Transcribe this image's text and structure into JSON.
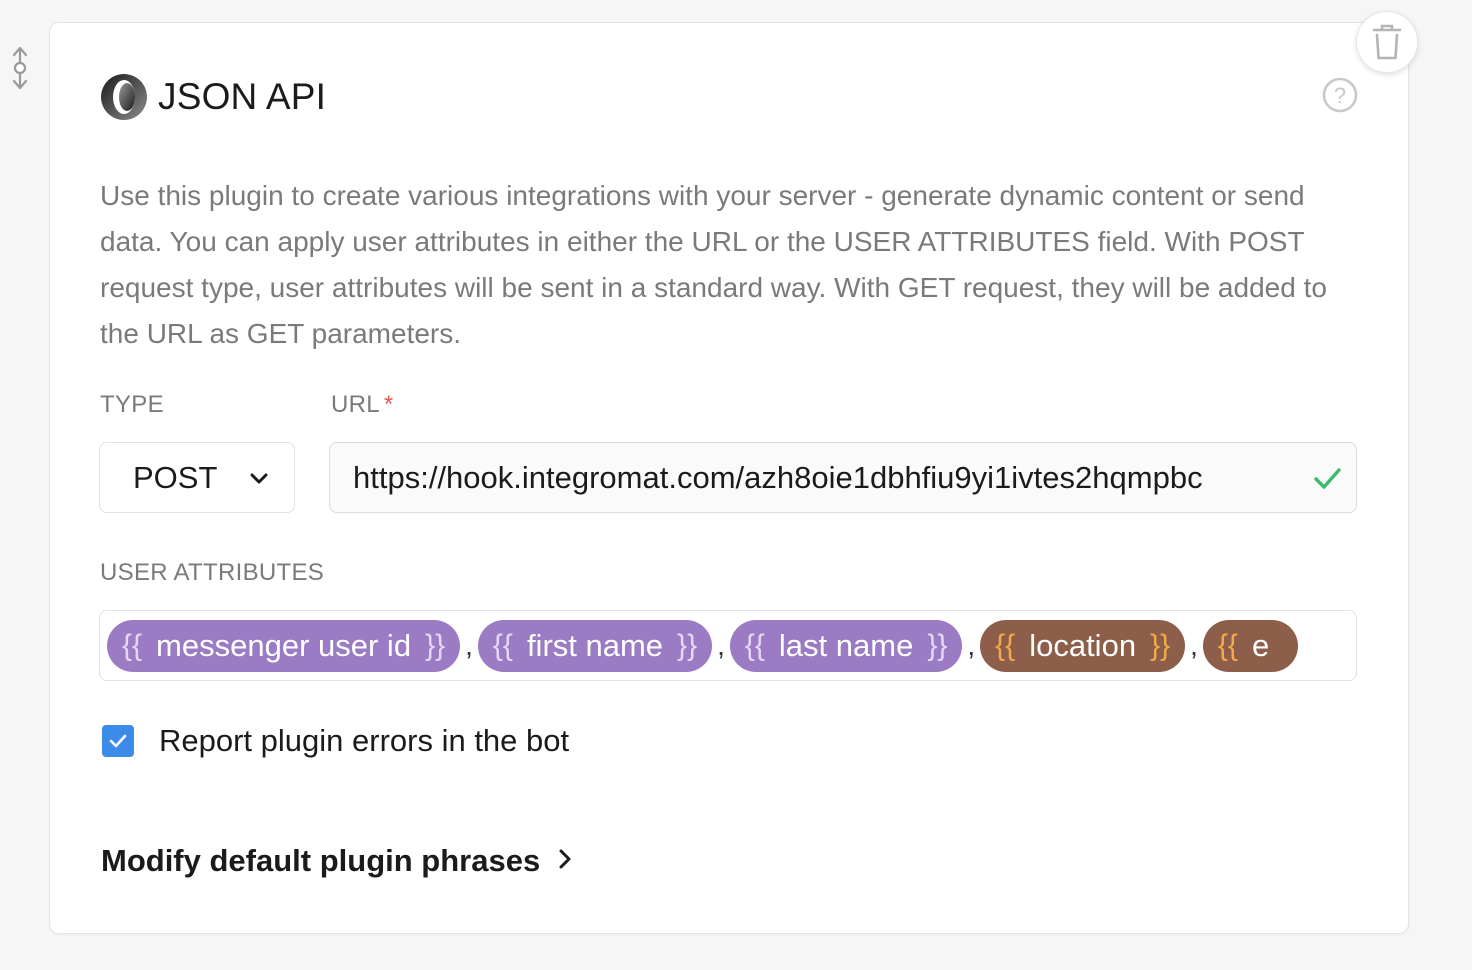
{
  "plugin": {
    "title": "JSON API",
    "description": "Use this plugin to create various integrations with your server - generate dynamic content or send data. You can apply user attributes in either the URL or the USER ATTRIBUTES field. With POST request type, user attributes will be sent in a standard way. With GET request, they will be added to the URL as GET parameters.",
    "logo_icon": "json-logo-icon",
    "help_icon": "question-circle-icon",
    "delete_icon": "trash-icon",
    "drag_icon": "vertical-drag-handle-icon"
  },
  "type_field": {
    "label": "TYPE",
    "value": "POST",
    "icon": "chevron-down-icon"
  },
  "url_field": {
    "label": "URL",
    "required_mark": "*",
    "value": "https://hook.integromat.com/azh8oie1dbhfiu9yi1ivtes2hqmpbc",
    "status_icon": "checkmark-icon"
  },
  "attributes_field": {
    "label": "USER ATTRIBUTES",
    "separator": ",",
    "open_brace": "{{",
    "close_brace": "}}",
    "chips": [
      {
        "name": "messenger user id",
        "color": "#9b7bc4"
      },
      {
        "name": "first name",
        "color": "#9b7bc4"
      },
      {
        "name": "last name",
        "color": "#9b7bc4"
      },
      {
        "name": "location",
        "color": "#8d5e4a"
      },
      {
        "name": "e",
        "color": "#8d5e4a"
      }
    ]
  },
  "report_errors": {
    "checked": true,
    "label": "Report plugin errors in the bot"
  },
  "modify_link": {
    "label": "Modify default plugin phrases",
    "icon": "chevron-right-icon"
  },
  "colors": {
    "accent_blue": "#3d8be8",
    "success_green": "#3dba6f",
    "required_red": "#e05a4f",
    "chip_purple": "#9b7bc4",
    "chip_brown": "#8d5e4a"
  }
}
